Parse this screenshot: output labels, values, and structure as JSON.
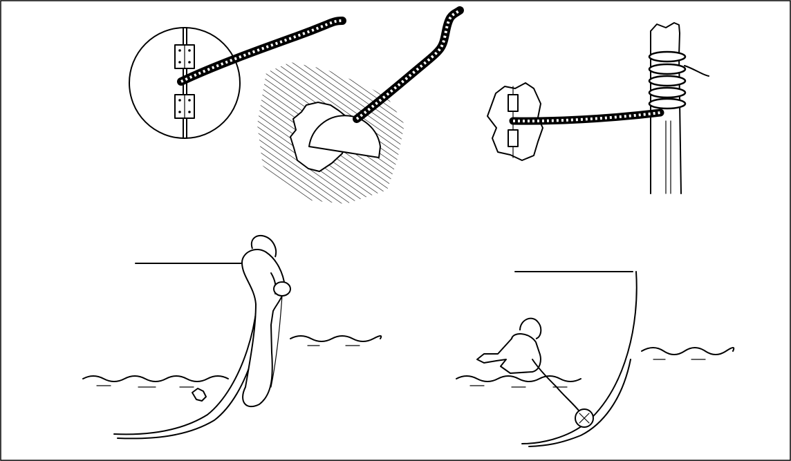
{
  "figure": {
    "panels": [
      {
        "id": "cover-circle",
        "description_icon": "hinged-round-cover-with-rope-icon"
      },
      {
        "id": "half-open-cover",
        "description_icon": "half-cover-on-hole-with-rope-icon"
      },
      {
        "id": "rope-to-post",
        "description_icon": "rope-tied-to-post-icon"
      },
      {
        "id": "person-lowering",
        "description_icon": "person-lowering-cover-over-side-icon"
      },
      {
        "id": "person-kneeling",
        "description_icon": "person-kneeling-pushing-cover-icon"
      }
    ],
    "colors": {
      "ink": "#000000",
      "paper": "#ffffff"
    }
  }
}
